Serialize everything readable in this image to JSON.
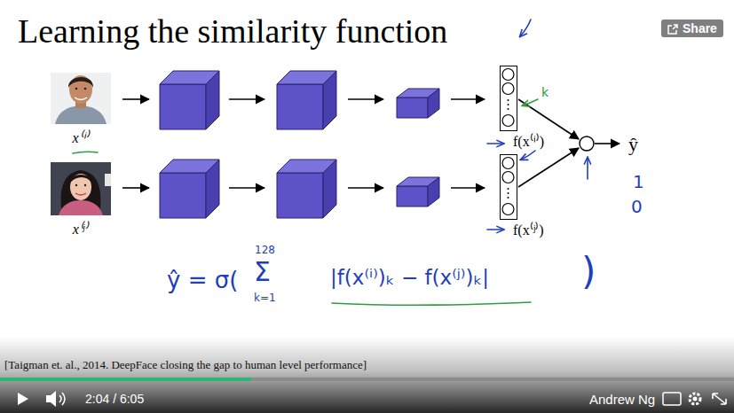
{
  "diagram": {
    "title": "Learning the similarity function",
    "nodes": [
      {
        "text": [
          "Share"
        ]
      },
      {
        "text": [
          "x⁽ⁱ⁾"
        ]
      },
      {
        "text": [
          "f(x⁽ⁱ⁾)"
        ]
      },
      {
        "text": [
          "x⁽ʲ⁾"
        ]
      },
      {
        "text": [
          "f(x⁽ʲ⁾)"
        ]
      }
    ],
    "labels": [
      "ŷ",
      "1",
      "0",
      "k",
      "ŷ = σ(",
      "128",
      "Σ",
      "k=1",
      "|f(x⁽ⁱ⁾)ₖ − f(x⁽ʲ⁾)ₖ|",
      ")",
      "2:04 / 6:05",
      "[Taigman et. al., 2014. DeepFace closing the gap to human level performance]",
      "Andrew Ng"
    ]
  }
}
